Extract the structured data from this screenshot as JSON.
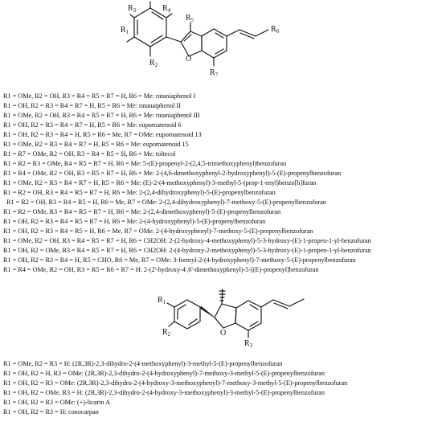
{
  "structure1": {
    "labels": {
      "R1": "R",
      "R1_sub": "1",
      "R2": "R",
      "R2_sub": "2",
      "R4": "R",
      "R4_sub": "4",
      "R5": "R",
      "R5_sub": "5",
      "R6": "R",
      "R6_sub": "6",
      "R7": "R",
      "R7_sub": "7",
      "O": "O"
    }
  },
  "list1": [
    "R1 = OMe, R2 = OH, R3 = R4 = R5 = R7 = H, R6 = Me: rataniaphenol I",
    "R1 = OH, R2 = R3 = R4 = R7 = H, R5 = R6 = Me: ratanaiphenol II",
    "R1 = OMe, R2 = OH, R3 = R4 = R5 = R7 = H, R6 = Me: rataniaphenol III",
    "R1 = OH, R2 = R3 = R4 = R7 = H, R5 = R6 = Me: eupomatenoid 6",
    "R1 = OH, R2 = R3 = R4 = H, R5 = R6 = Me, R7 = OMe: eupomatenoid 13",
    "R1 = OMe, R2 = R3 = R4 = R7 = H, R5 = R6 = Me: eupomatenoid 15",
    "R1 = R7 = OMe, R2 = OH, R3 = R4 = R5 = H, R6 = Me: toltecol",
    "R1 = R2 = R3 = OMe, R4 = R5 = R7 = H, R6 = Me: 5-(E)-propenyl-2-(2,4,5-trimethoxyphenyl)benzofuran",
    "R1 = R4 = OMe, R2 = OH, R3 = R5 = R7 = H, R6 = Me: 2-(4,6-dimethoxyphenyl-2-hydroxyphenyl)-5-(E)-propenylbenzofuran",
    "R1 = OMe, R2 = R3 = R4 = R7 = H, R5 = R6 = Me: (E)-2-(4-methoxyphenyl)-3-methyl-5-(prop-1-enyl)benzo[b]furan",
    "R1 = R2 = OH, R3 = R4 = R5 = R7 = H, R6 = Me: 2-(2,4-dihydroxyphenyl)-5-(E)-propenylbenzofuran",
    "R1 = R2 = OH, R3 = R4 = R5 = H, R6 = Me, R7 = OMe: 2-(2,4-dihydroxyphenyl)-7-methoxy-5-(E)-propenylbenzofuran",
    "R1 = R2 = OMe, R3 = R4 = R5 = R7 = H, R6 = Me: 2-(2,4-dimethoxyphenyl)-5-(E)-propenylbenzofuran",
    "R1 = OH, R2 = R3 = R4 = R5 = R7 = H, R6 = Me: 2-(4-hydroxyphenyl)-5-(E)-propenylbenzofuran",
    "R1 = OH, R2 = R3 = R4 = R5 = H, R6 = Me, R7 = OMe: 2-(4-hydroxyphenyl)-7-methoxy-5-(E)-propenylbenzofuran",
    "R1 = OMe, R2 = OH, R3 = R4 = R5 = R7 = H, R6 = CH2OH: 2-(2-hydroxy-4-methoxyphenyl)-5-3-hydroxy-(E)-1-propen-1-yl-benzofuran",
    "R1 = OH, R2 = OMe, R3 = R4 = R5 = R7 = H, R6 = CH2OH: 2-(4-hydroxy-2-methoxyphenyl)-5-3-hydroxy-(E)-1-propen-1-yl-benzofuran",
    "R1 = OH, R2 = R3 = R4 = H, R5 = CHO, R6 = Me, R7 = OMe: 3-formyl-2-(4-hydroxyphenyl)-7-methoxy-5-(E)-propenylbenzofuran",
    "R1 = R4 = OMe, R2 = OH, R3 = R5 = R6 = R7 = H: 2-(2'-hydroxy-4',6'-dimethoxyphenyl)-5-[(E)-propenyl]benzofuran"
  ],
  "structure2": {
    "labels": {
      "R1": "R",
      "R1_sub": "1",
      "R2": "R",
      "R2_sub": "2",
      "O": "O"
    }
  },
  "list2": [
    "R1 = OMe, R2 = R3 = H: (2R,3R)-2,3-dihydro-2-(4-methoxyphenyl)-3-methyl-5-(E)-propenylbenzofuran",
    "R1 = OH, R2 = H, R3 = OMe: (2R,3R)-2,3-dihydro-2-(4-hydroxyphenyl)-7-methoxy-3-methyl-5-(E)-propenylbenzofuran",
    "R1 = OH, R2 = R3 = OMe: (2R,3R)-2,3-dihydro-2-(4-hydroxy-3-methoxyphenyl)-7-methoxy-3-methyl-5-(E)-propenylbenzofuran",
    "R1 = OH, R2 = OMe, R3 = H: (2R,3R)-2,3-dihydro-2-(4-hydroxy-3-methoxyphenyl)-3-methyl-5-(E)-propenylbenzofuran",
    "R1 = OH, R2 = R3 = OMe: (+)-licarin A",
    "R1 = OH, R2 = R3 = H: conocarpan"
  ]
}
